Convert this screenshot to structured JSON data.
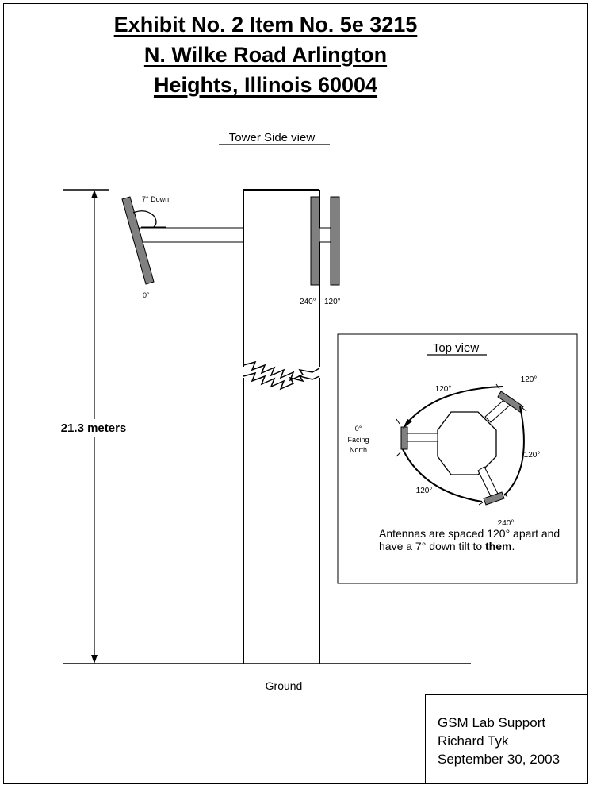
{
  "header": {
    "line1": "Exhibit No. 2 Item No. 5e 3215",
    "line2": "N. Wilke Road Arlington",
    "line3": "Heights, Illinois 60004"
  },
  "side_view": {
    "title": "Tower Side view",
    "tilt_label": "7° Down",
    "antenna_left_label": "0°",
    "antenna_label_240": "240°",
    "antenna_label_120": "120°",
    "height_label": "21.3 meters",
    "ground_label": "Ground"
  },
  "top_view": {
    "title": "Top view",
    "facing_deg": "0°",
    "facing_word1": "Facing",
    "facing_word2": "North",
    "label_120_top_right": "120°",
    "label_120_top": "120°",
    "label_120_right": "120°",
    "label_120_left": "120°",
    "label_240_bottom": "240°",
    "note_text": "Antennas are spaced 120° apart and have a 7° down tilt to",
    "note_bold": "them",
    "note_end": "."
  },
  "signature": {
    "line1": "GSM Lab Support",
    "line2": "Richard Tyk",
    "line3": "September 30, 2003"
  }
}
